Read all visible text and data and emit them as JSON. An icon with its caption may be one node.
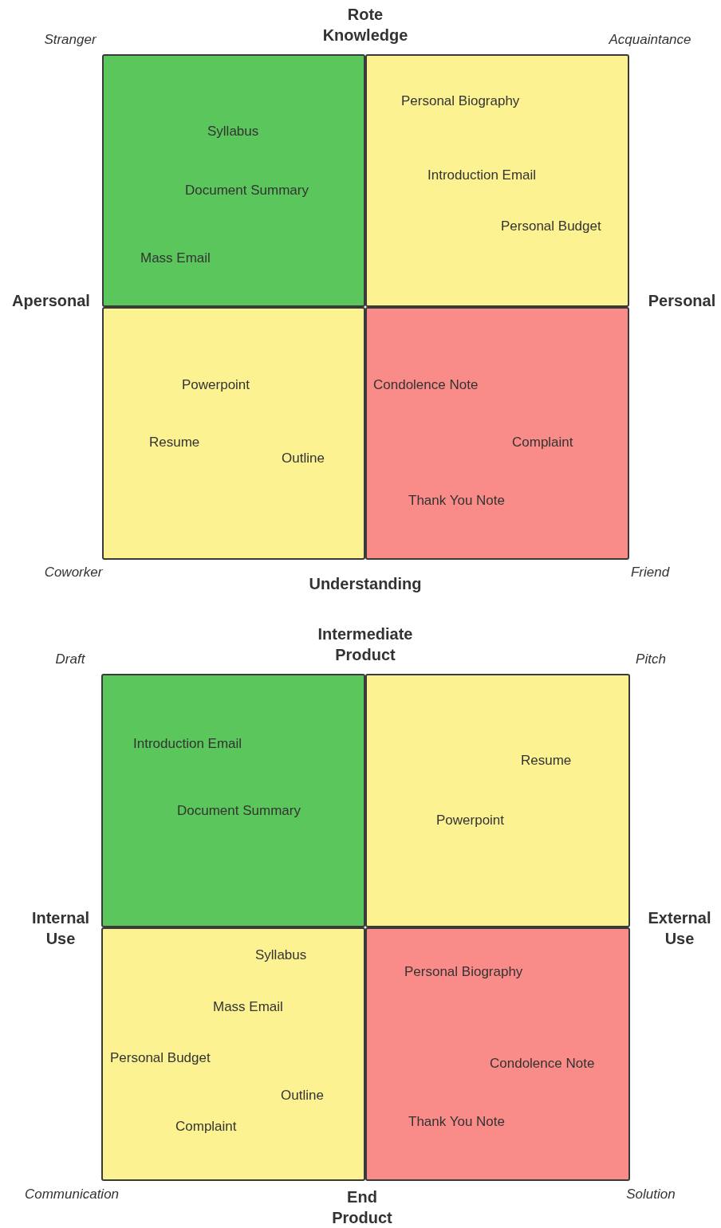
{
  "diagram": {
    "nodes": [
      {
        "text": [
          "Syllabus",
          "Document Summary",
          "Mass Email"
        ]
      },
      {
        "text": [
          "Personal Biography",
          "Introduction Email",
          "Personal Budget"
        ]
      },
      {
        "text": [
          "Powerpoint",
          "Resume",
          "Outline"
        ]
      },
      {
        "text": [
          "Condolence Note",
          "Complaint",
          "Thank You Note"
        ]
      },
      {
        "text": [
          "Introduction Email",
          "Document Summary"
        ]
      },
      {
        "text": [
          "Resume",
          "Powerpoint"
        ]
      },
      {
        "text": [
          "Syllabus",
          "Mass Email",
          "Personal Budget",
          "Outline",
          "Complaint"
        ]
      },
      {
        "text": [
          "Personal Biography",
          "Condolence Note",
          "Thank You Note"
        ]
      }
    ],
    "edges": [],
    "labels": [
      "Rote Knowledge",
      "Stranger",
      "Acquaintance",
      "Apersonal",
      "Personal",
      "Coworker",
      "Understanding",
      "Friend",
      "Intermediate Product",
      "Draft",
      "Pitch",
      "Internal Use",
      "External Use",
      "Communication",
      "End Product",
      "Solution"
    ]
  }
}
